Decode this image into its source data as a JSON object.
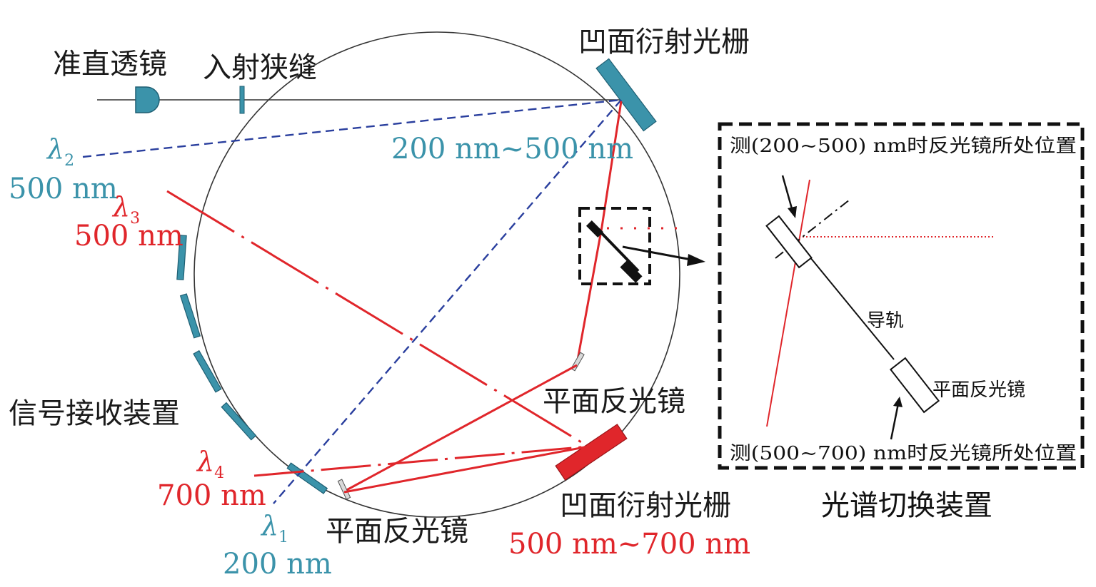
{
  "colors": {
    "black": "#1a1a1a",
    "teal": "#3b93aa",
    "teal_dark": "#1f5f73",
    "red": "#e0262b",
    "blue": "#2a3f9e",
    "dark_red": "#b81c22"
  },
  "labels": {
    "collimating_lens": "准直透镜",
    "entrance_slit": "入射狭缝",
    "concave_grating_top": "凹面衍射光栅",
    "concave_grating_bottom": "凹面衍射光栅",
    "range_200_500": "200 nm~500 nm",
    "range_500_700": "500 nm~700 nm",
    "lambda_symbol": "λ",
    "lambda2_sub": "2",
    "lambda2_value": "500 nm",
    "lambda3_sub": "3",
    "lambda3_value": "500 nm",
    "lambda4_sub": "4",
    "lambda4_value": "700 nm",
    "lambda1_sub": "1",
    "lambda1_value": "200 nm",
    "signal_receiver": "信号接收装置",
    "plane_mirror_right": "平面反光镜",
    "plane_mirror_bottom": "平面反光镜"
  },
  "inset": {
    "title": "光谱切换装置",
    "position_200_500": "测(200~500) nm时反光镜所处位置",
    "position_500_700": "测(500~700) nm时反光镜所处位置",
    "guide_rail": "导轨",
    "plane_mirror": "平面反光镜"
  }
}
